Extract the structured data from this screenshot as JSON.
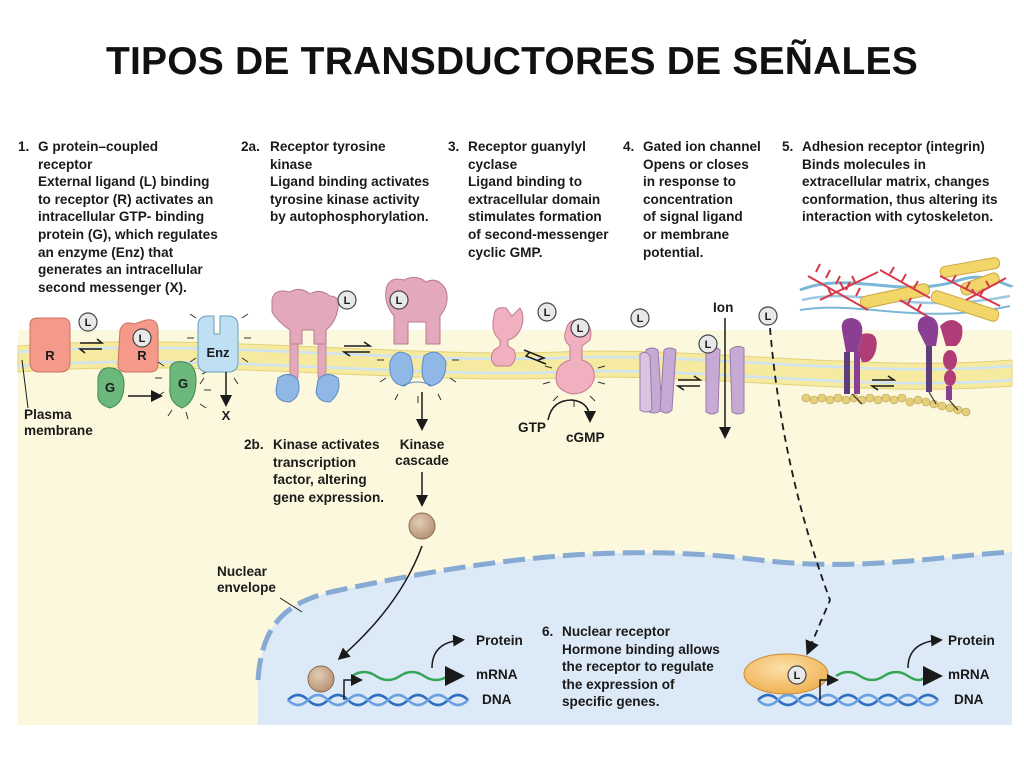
{
  "title": "TIPOS DE TRANSDUCTORES DE SEÑALES",
  "sections": {
    "s1": {
      "number": "1.",
      "heading": [
        "G protein–coupled",
        "receptor"
      ],
      "body": [
        "External ligand (L) binding",
        "to receptor (R) activates an",
        "intracellular GTP- binding",
        "protein (G), which regulates",
        "an enzyme (Enz) that",
        "generates an intracellular",
        "second messenger (X)."
      ]
    },
    "s2a": {
      "number": "2a.",
      "heading": [
        "Receptor tyrosine",
        "kinase"
      ],
      "body": [
        "Ligand binding activates",
        "tyrosine kinase activity",
        "by autophosphorylation."
      ]
    },
    "s3": {
      "number": "3.",
      "heading": [
        "Receptor guanylyl",
        "cyclase"
      ],
      "body": [
        "Ligand binding to",
        "extracellular domain",
        "stimulates formation",
        "of second-messenger",
        "cyclic GMP."
      ]
    },
    "s4": {
      "number": "4.",
      "heading": [
        "Gated ion channel"
      ],
      "body": [
        "Opens or closes",
        "in response to",
        "concentration",
        "of signal ligand",
        "or membrane",
        "potential."
      ]
    },
    "s5": {
      "number": "5.",
      "heading": [
        "Adhesion receptor (integrin)"
      ],
      "body": [
        "Binds molecules in",
        "extracellular matrix, changes",
        "conformation, thus altering its",
        "interaction with cytoskeleton."
      ]
    },
    "s2b": {
      "number": "2b.",
      "body": [
        "Kinase activates",
        "transcription",
        "factor, altering",
        "gene expression."
      ]
    },
    "s6": {
      "number": "6.",
      "heading": [
        "Nuclear receptor"
      ],
      "body": [
        "Hormone binding allows",
        "the receptor to regulate",
        "the expression of",
        "specific genes."
      ]
    }
  },
  "labels": {
    "ligand": "L",
    "receptor": "R",
    "g_protein": "G",
    "enzyme": "Enz",
    "second_messenger": "X",
    "plasma_membrane": [
      "Plasma",
      "membrane"
    ],
    "kinase_cascade": [
      "Kinase",
      "cascade"
    ],
    "gtp": "GTP",
    "cgmp": "cGMP",
    "ion": "Ion",
    "nuclear_envelope": [
      "Nuclear",
      "envelope"
    ],
    "protein": "Protein",
    "mrna": "mRNA",
    "dna": "DNA"
  },
  "colors": {
    "cytoplasm": "#fcf8de",
    "nucleus": "#dce9f7",
    "membrane": "#f5eaa0",
    "nuclear_envelope": "#86aad4",
    "gpcr_receptor": "#f59a8a",
    "g_protein": "#6cb87c",
    "enzyme": "#bfe0f2",
    "rtk_outer": "#e3a9ba",
    "rtk_inner": "#8fb8e6",
    "guanylyl": "#f0b0c0",
    "ion_channel": "#c7aad4",
    "integrin": "#8a3f92",
    "matrix_red": "#d63a4a",
    "matrix_yellow": "#f3d66a",
    "nuclear_receptor": "#f4c06a",
    "dna_blue": "#2f6fc0",
    "mrna_green": "#34a654",
    "tf_ball": "#c8a98a"
  }
}
